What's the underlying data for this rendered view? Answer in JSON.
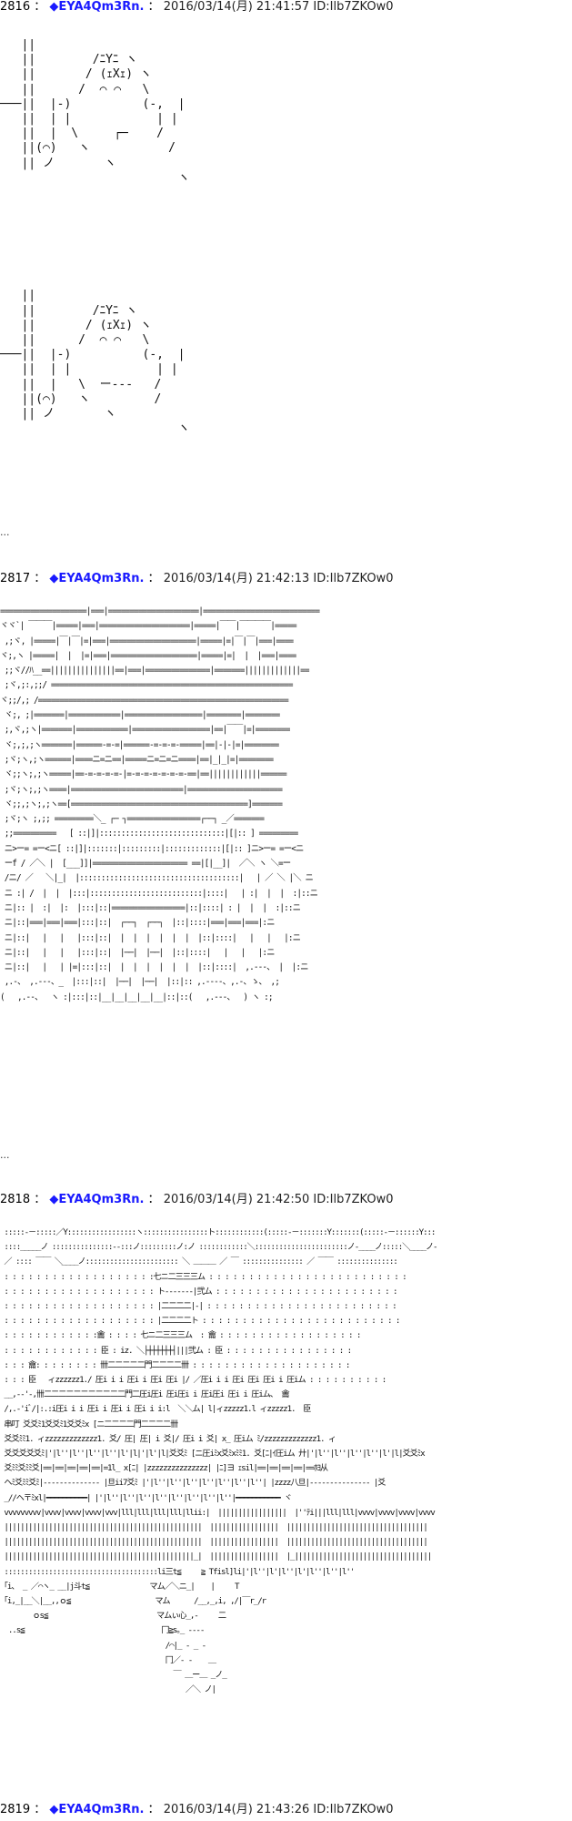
{
  "posts": [
    {
      "number": "2816",
      "separator": "：",
      "diamond": "◆",
      "name": "EYA4Qm3Rn.",
      "date": "2016/03/14(月) 21:41:57 ID:Ilb7ZKOw0",
      "art_lines": [
        "   ||",
        "   ||        /ﾆYﾆ ヽ",
        "   ||       / (ｪXｪ) ヽ",
        "   ||      /  ⌒ ⌒   \\",
        "───||  |-)          (-,  |",
        "   ||  | |            | |",
        "   ||  |  \\     ┌─    /",
        "   ||(⌒)   ヽ           /",
        "   || ノ       ヽ",
        "                         ヽ",
        "",
        "",
        "",
        "",
        "",
        "",
        "",
        "   ||",
        "   ||        /ﾆYﾆ ヽ",
        "   ||       / (ｪXｪ) ヽ",
        "   ||      /  ⌒ ⌒   \\",
        "───||  |-)          (-,  |",
        "   ||  | |            | |",
        "   ||  |   \\  ー‐‐‐   /",
        "   ||(⌒)   ヽ         /",
        "   || ノ       ヽ",
        "                         ヽ"
      ],
      "ellipsis": "..."
    },
    {
      "number": "2817",
      "separator": "：",
      "diamond": "◆",
      "name": "EYA4Qm3Rn.",
      "date": "2016/03/14(月) 21:42:13 ID:Ilb7ZKOw0",
      "art_lines": [
        "====================|===|=====================|===========================",
        "ヾヾ`| ￣￣￣|=====|===|=====================|=====|￣￣|￣￣￣￣|=====",
        " ,;ヾ, |=====|￣|￣|=|===|====================|=====|=|￣|￣|===|====",
        "ヾ;,ヽ |=====|  |  |=|===|====================|=====|=|  |  |===|====",
        " ;;ヾ//ﾊ__==|||||||||||||||==|===|===============|=======|||||||||||||==",
        " ;ヾ,;:,;;/ ========================================================",
        "ヾ;;/,; /==========================================================",
        " ヾ;, ;|=======|============|==================|========|========",
        " ;,ヾ,;ヽ|=======|============|==================|==|￣￣|=|========",
        " ヾ;,;,;ヽ=======|======-=-=|======-=-=-=-=====|==|-|-|=|========",
        " ;ヾ;ヽ,;ヽ======|====ニ=ニ==|=====ニ=ニ=ニ====|==|_|_|=|========",
        " ヾ;;ヽ;,;ヽ=====|==-=-=-=-=-|=-=-=-=-=-=-=-==|==||||||||||||======",
        " ;ヾ;ヽ;,;ヽ====|==========================|======================",
        " ヾ;;,;ヽ;,;ヽ==[=========================================]=======",
        " ;ヾ;ヽ ;,;; =========＼_ ┌─ ┐=================┌──┐ _／=======",
        " ;;==========   [ ::|]|:::::::::::::::::::::::::::::|[|:: ] =========",
        " ニ>ー= =ー<ニ[ ::|]|:::::::|:::::::::|:::::::::::::|[|:: ]ニ>ー= =ー<ニ",
        " ーf / ／＼ |  [___]]|====================== ==|[|__]|  ／＼ ヽ ＼=ー",
        " /ニ/ ／   ＼|_|  |:::::::::::::::::::::::::::::::::::::|   | ／ ＼ |＼ ニ",
        " ニ :| /  |  |  |:::|::::::::::::::::::::::::::|::::|   | :|  |  |  :|::ニ",
        " ニ|:: |  :|  |:  |:::|::|=================|::|::::| : |  |  |  :|::ニ",
        " ニ|::|===|===|===|:::|::|  ┌──┐  ┌──┐  |::|::::|===|===|===|:ニ",
        " ニ|::|   |   |   |:::|::|  |  |  |  |  |  |  |::|::::|   |   |   |:ニ",
        " ニ|::|   |   |   |:::|::|  |──|  |──|  |::|::::|   |   |   |:ニ",
        " ニ|::|   |   | |=|:::|::|  |  |  |  |  |  |  |::|::::|  ,.-‐-、 |  |:ニ",
        " ,.-、 ,.-‐-、_  |:::|::|  |──|  |──|  |::|:: ,.-‐‐-、,.-、ゝ、 ,;",
        "(   ,.‐-、  ヽ :|:::|::|__|__|__|__|__|::|::(   ,.-‐-、  ) ヽ :;"
      ],
      "ellipsis": "..."
    },
    {
      "number": "2818",
      "separator": "：",
      "diamond": "◆",
      "name": "EYA4Qm3Rn.",
      "date": "2016/03/14(月) 21:42:50 ID:Ilb7ZKOw0",
      "art_lines": [
        " :::::‐－:::::／Y:::::::::::::::::ヽ::::::::::::::::ト::::::::::::(:::::‐－:::::::Y:::::::(:::::‐－::::::Y:::",
        " ::::_____ノ :::::::::::::::‐‐:::ノ:::::::::ノ:ノ ::::::::::::＼:::::::::::::::::::::::ノ‐____ノ:::::＼____ノ‐",
        " ／ :::: ￣￣ ＼____ノ::::::::::::::::::::::: ＼ ＿＿＿ ／ ￣ ::::::::::::::: ／ ￣￣ :::::::::::::::",
        " : : : : : : : : : : : : : : : : : : :七ニ二三三三ム : : : : : : : : : : : : : : : : : : : : : : : : :",
        " : : : : : : : : : : : : : : : : : : : ト‐‐‐‐‐‐‐|弐ム : : : : : : : : : : : : : : : : : : : : : : :",
        " : : : : : : : : : : : : : : : : : : : |二二二二|‐| : : : : : : : : : : : : : : : : : : : : : : : :",
        " : : : : : : : : : : : : : : : : : : : |二二二二ト : : : : : : : : : : : : : : : : : : : : : : : : :",
        " : : : : : : : : : : : :龠 : : : : 七ニ二三三三ム  : 龠 : : : : : : : : : : : : : : : : : :",
        " : : : : : : : : : : : : 臣 : iz. ＼├┼┼┼┼┼┼┤|||弐ム : 臣 : : : : : : : : : : : : : : : :",
        " : : : 龠: : : : : : : : 卌二二二二二門二二二二卌 : : : : : : : : : : : : : : : : : : : :",
        " : : : 臣   ィzzzzzz1./ 圧i i i 圧i i 圧i 圧i |/ ／圧i i i 圧i 圧i 圧i i 圧iム : : : : : : : : : :",
        " __,-‐'‐,卌二二二二二二二二二二二門二圧i圧i 圧i圧i i 圧i圧i 圧i i 圧iム、 龠",
        " /,.-'iﾞ/|:.:i圧i i i 圧i i 圧i i 圧i i i:l  ＼＼ム| l|ィzzzzz1.l ィzzzzz1.  臣",
        " 串叮 爻爻ﾐ1爻爻ﾐ1爻爻ﾐx [ニ二二二二門二二二二卌",
        " 爻爻ﾐﾐ1. ィzzzzzzzzzzzzz1. 爻/ 圧| 圧| i 爻|/ 圧i i 爻| x_ 圧iム ﾐ/zzzzzzzzzzzzz1. ィ",
        " 爻爻爻爻爻ﾐ|'|l''|l''|l''|l''|l'|l|'|l'|l|爻爻ﾐ [ニ圧iﾐx爻ﾐxﾐﾐ1. 爻[ﾆ|ｲ圧iム 廾|'|l''|l''|l''|l''|l'|l|爻爻ﾐx",
        " 爻ﾐﾐ爻ﾐﾐ爻|==|==|==|==|==|=1l_ x[ﾆ| |zzzzzzzzzzzzzzz| |ﾆ]ヨ ｪsil|==|==|==|==|==ﾎﾖ从",
        " ヘﾐ爻ﾐﾐ爻ﾐ|‐‐‐‐‐‐‐‐‐‐‐‐‐‐ |旦ii7爻ﾐ |'|l''|l''|l''|l''|l''|l''|l''| |zzzz八旦|‐‐‐‐‐‐‐‐‐‐‐‐‐‐‐ |爻",
        " _//ヘ〒ﾐxl|━━━━━━━━━━| |'|l''|l''|l''|l''|l''|l''|l''|l''|━━━━━━━━━━━ ヾ",
        " vvvvvvvvv|vvvv|vvvv|vvvv|vvv|lll|lll|lll|lll|llii:|  |||||||||||||||||  |''ﾃi|||lll|lll|vvvv|vvvv|vvvv|vvvv",
        " |||||||||||||||||||||||||||||||||||||||||||||||||  |||||||||||||||||  |||||||||||||||||||||||||||||||||||",
        " |||||||||||||||||||||||||||||||||||||||||||||||||  |||||||||||||||||  |||||||||||||||||||||||||||||||||||",
        " |||||||||||||||||||||||||||||||||||||||||||||||_|  |||||||||||||||||  |_||||||||||||||||||||||||||||||||||",
        " ::::::::::::::::::::::::::::::::::::::li三t≦     ≧ Tfisl]li|'|l''|l'|l''|l'|l''|l''|l''",
        " ｢i、 _ ／⌒ヽ_ __|j斗t≦               マム／＼ニ_|    |     T",
        " ｢i,_|__＼|__,,ｏ≦                     マム      /__,_,i, ,/|￣r_/r",
        "        ｏs≦                           マムぃ心_,-     二",
        "  ..s≦                                  冂≧s｡_ ‐‐‐‐",
        "                                         /⌒|_ ‐ _ ‐",
        "                                         冂／‐ ‐    ＿",
        "                                           ￣ ＿ー＿ _ノ_",
        "                                              ／＼ ノ|"
      ],
      "ellipsis": ""
    },
    {
      "number": "2819",
      "separator": "：",
      "diamond": "◆",
      "name": "EYA4Qm3Rn.",
      "date": "2016/03/14(月) 21:43:26 ID:Ilb7ZKOw0",
      "art_lines": [],
      "ellipsis": ""
    }
  ]
}
